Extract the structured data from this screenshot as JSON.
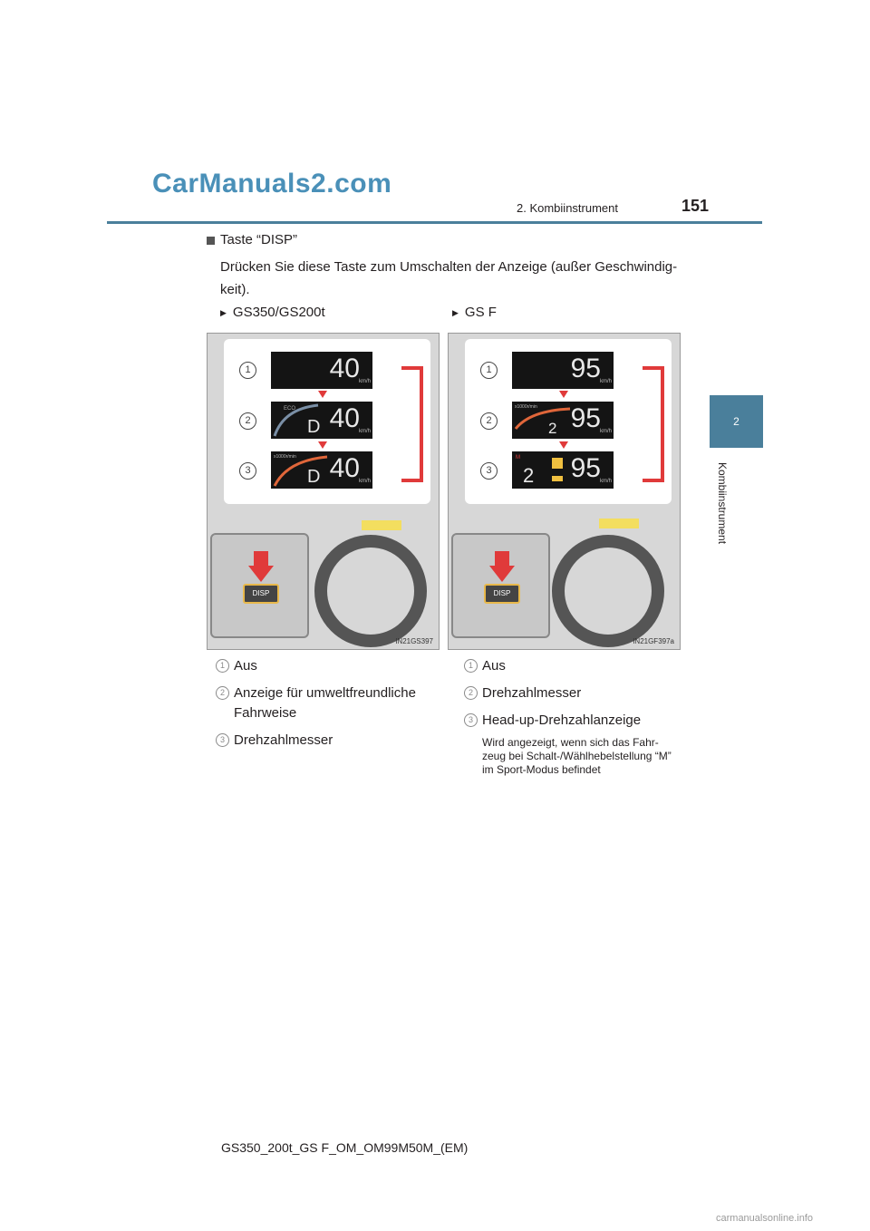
{
  "header": {
    "watermark": "CarManuals2.com",
    "running_head": "2. Kombiinstrument",
    "page_number": "151"
  },
  "side_tab": {
    "chapter_number": "2",
    "chapter_title": "Kombiinstrument"
  },
  "section": {
    "title": "Taste “DISP”",
    "body": "Drücken Sie diese Taste zum Umschalten der Anzeige (außer Geschwindig-keit)."
  },
  "columns": [
    {
      "label": "GS350/GS200t",
      "figure_code": "IN21GS397",
      "screens": [
        {
          "number": "1",
          "speed": "40",
          "unit": "km/h",
          "gear": ""
        },
        {
          "number": "2",
          "speed": "40",
          "unit": "km/h",
          "gear": "D",
          "mark": "ECO"
        },
        {
          "number": "3",
          "speed": "40",
          "unit": "km/h",
          "gear": "D",
          "mark": "x1000r/min"
        }
      ],
      "button_label": "DISP",
      "legend": [
        {
          "number": "1",
          "text": "Aus"
        },
        {
          "number": "2",
          "text": "Anzeige für umweltfreundliche Fahrweise"
        },
        {
          "number": "3",
          "text": "Drehzahlmesser"
        }
      ]
    },
    {
      "label": "GS F",
      "figure_code": "IN21GF397a",
      "screens": [
        {
          "number": "1",
          "speed": "95",
          "unit": "km/h",
          "gear": ""
        },
        {
          "number": "2",
          "speed": "95",
          "unit": "km/h",
          "gear": "2",
          "mark": "x1000r/min"
        },
        {
          "number": "3",
          "speed": "95",
          "unit": "km/h",
          "gear": "2",
          "mark": "M"
        }
      ],
      "button_label": "DISP",
      "legend": [
        {
          "number": "1",
          "text": "Aus"
        },
        {
          "number": "2",
          "text": "Drehzahlmesser"
        },
        {
          "number": "3",
          "text": "Head-up-Drehzahlanzeige",
          "note": "Wird angezeigt, wenn sich das Fahr-zeug bei Schalt-/Wählhebelstellung “M” im Sport-Modus befindet"
        }
      ]
    }
  ],
  "footer": "GS350_200t_GS F_OM_OM99M50M_(EM)",
  "bottom_watermark": "carmanualsonline.info",
  "colors": {
    "accent": "#4a7f9b",
    "arrow_red": "#e03a3a",
    "hud_yellow": "#f3de5f"
  }
}
